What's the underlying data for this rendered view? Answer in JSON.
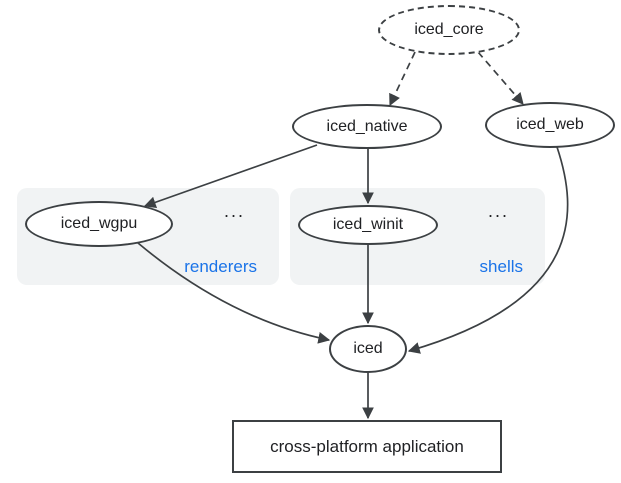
{
  "nodes": {
    "iced_core": "iced_core",
    "iced_native": "iced_native",
    "iced_web": "iced_web",
    "iced_wgpu": "iced_wgpu",
    "iced_winit": "iced_winit",
    "iced": "iced",
    "application": "cross-platform application"
  },
  "groups": {
    "renderers": {
      "label": "renderers",
      "ellipsis": "..."
    },
    "shells": {
      "label": "shells",
      "ellipsis": "..."
    }
  },
  "colors": {
    "canvas_bg": "#ffffff",
    "group_fill": "#f1f3f4",
    "group_label": "#1a73e8",
    "node_stroke": "#3c4043",
    "node_text": "#202124",
    "edge": "#3c4043"
  }
}
